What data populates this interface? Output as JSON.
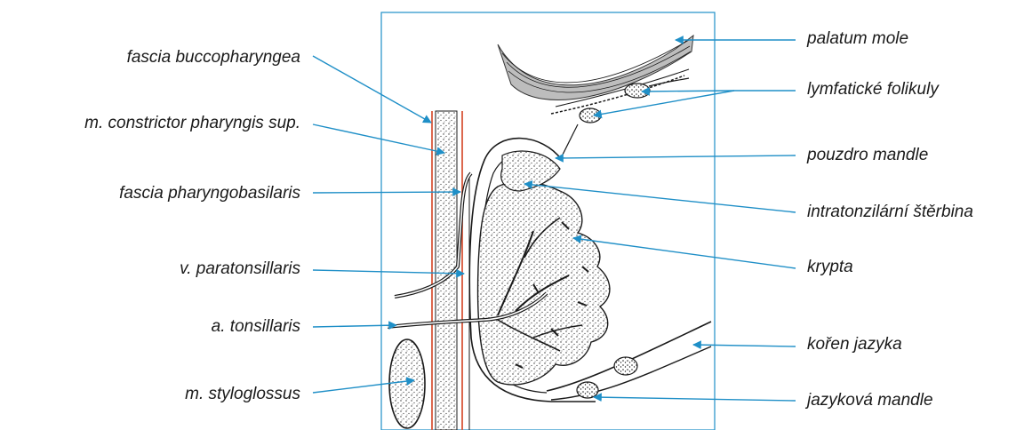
{
  "labels_left": [
    "fascia buccopharyngea",
    "m. constrictor pharyngis sup.",
    "fascia pharyngobasilaris",
    "v. paratonsillaris",
    "a. tonsillaris",
    "m. styloglossus"
  ],
  "labels_right": [
    "palatum mole",
    "lymfatické folikuly",
    "pouzdro mandle",
    "intratonzilární štěrbina",
    "krypta",
    "kořen jazyka",
    "jazyková mandle"
  ],
  "colors": {
    "leader": "#1f8fc7",
    "frame": "#1f8fc7",
    "fascia": "#d9573b",
    "ink": "#1a1a1a"
  }
}
